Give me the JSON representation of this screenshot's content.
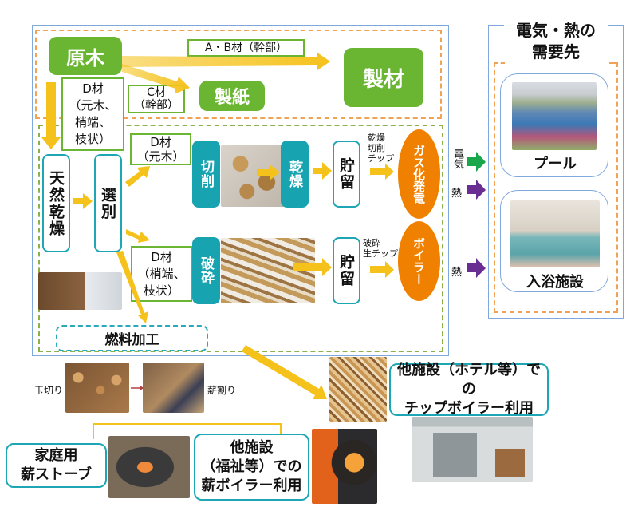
{
  "supply_chain": {
    "raw_wood": "原木",
    "ab_material_label": "A・B材（幹部）",
    "sawmill": "製材",
    "c_material_label": "C材\n（幹部）",
    "papermaking": "製紙",
    "d_material_top_label": "D材\n（元木、\n梢端、\n枝状）",
    "natural_drying": "天然乾燥",
    "sorting": "選別",
    "d_material_trunk_label": "D材\n（元木）",
    "d_material_tops_label": "D材\n（梢端、\n枝状）",
    "cutting": "切削",
    "drying": "乾燥",
    "crushing": "破砕",
    "storage_upper": "貯留",
    "storage_lower": "貯留",
    "dried_chip_label": "乾燥\n切削\nチップ",
    "raw_chip_label": "破砕\n生チップ",
    "gasification_power": "ガス化発電",
    "boiler": "ボイラー",
    "fuel_processing": "燃料加工"
  },
  "outputs": {
    "electricity": "電気",
    "heat_1": "熱",
    "heat_2": "熱"
  },
  "demand": {
    "title": "電気・熱の\n需要先",
    "pool": "プール",
    "bath_facility": "入浴施設"
  },
  "firewood": {
    "bucking": "玉切り",
    "splitting": "薪割り",
    "home_stove": "家庭用\n薪ストーブ",
    "welfare_boiler": "他施設\n（福祉等）での\n薪ボイラー利用",
    "hotel_chip_boiler": "他施設（ホテル等）での\nチップボイラー利用"
  },
  "colors": {
    "arrow_yellow": "#f5c21b",
    "electricity_green": "#1aa64a",
    "heat_purple": "#6a2d91",
    "green_box": "#6ab531",
    "teal": "#18a3b0",
    "orange": "#ef8000"
  }
}
